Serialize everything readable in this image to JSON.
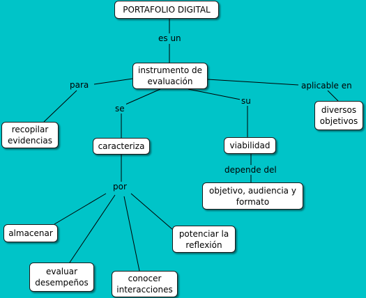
{
  "nodes": {
    "portafolio": "PORTAFOLIO DIGITAL",
    "instrumento": "instrumento de evaluación",
    "recopilar": "recopilar evidencias",
    "caracteriza": "caracteriza",
    "viabilidad": "viabilidad",
    "diversos": "diversos objetivos",
    "objetivo": "objetivo, audiencia y formato",
    "almacenar": "almacenar",
    "potenciar": "potenciar la reflexión",
    "evaluar": "evaluar desempeños",
    "conocer": "conocer interacciones"
  },
  "links": {
    "es_un": "es un",
    "para": "para",
    "se": "se",
    "su": "su",
    "aplicable_en": "aplicable en",
    "depende_del": "depende del",
    "por": "por"
  },
  "colors": {
    "background": "#00c4c8",
    "node": "#ffffff",
    "line": "#000000"
  }
}
